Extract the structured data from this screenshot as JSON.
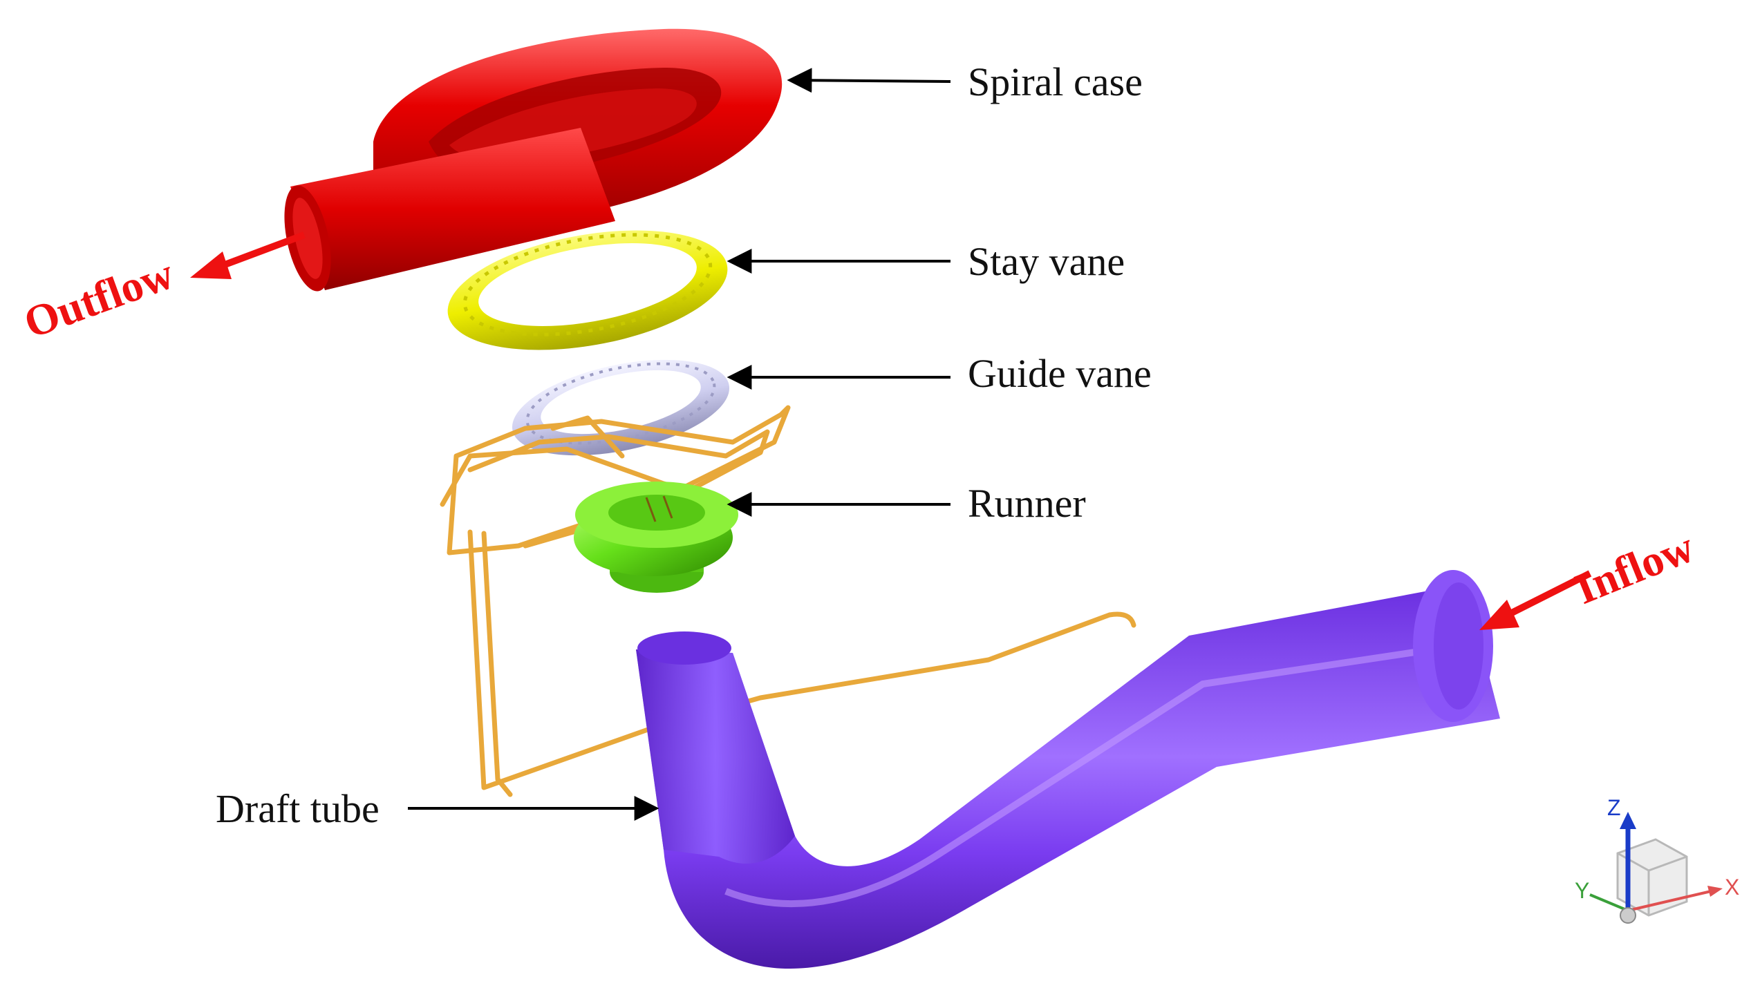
{
  "labels": {
    "spiral_case": "Spiral case",
    "stay_vane": "Stay vane",
    "guide_vane": "Guide vane",
    "runner": "Runner",
    "draft_tube": "Draft tube"
  },
  "flow": {
    "outflow": "Outflow",
    "inflow": "Inflow"
  },
  "axes": {
    "x": "X",
    "y": "Y",
    "z": "Z"
  },
  "colors": {
    "spiral_case": "#e60000",
    "stay_vane": "#f2f200",
    "guide_vane": "#d8d8f4",
    "runner": "#66e01a",
    "draft_tube": "#7a3cf0",
    "pipe": "#e8a83a",
    "flow_arrow": "#ee1111"
  }
}
